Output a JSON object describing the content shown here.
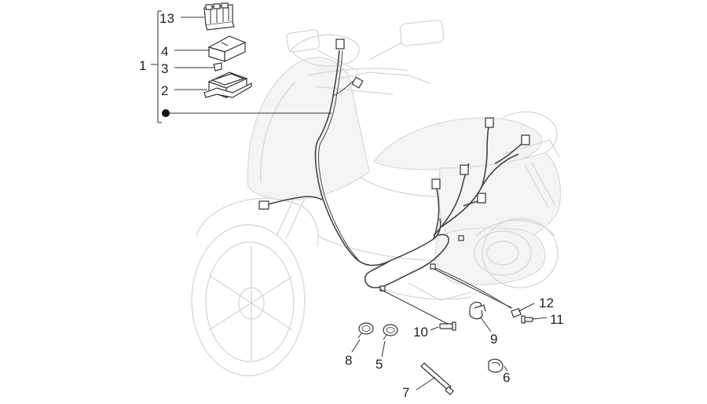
{
  "callouts": {
    "c13": "13",
    "c4": "4",
    "c3": "3",
    "c1": "1",
    "c2": "2",
    "c12": "12",
    "c11": "11",
    "c10": "10",
    "c9": "9",
    "c8": "8",
    "c5": "5",
    "c7": "7",
    "c6": "6"
  }
}
